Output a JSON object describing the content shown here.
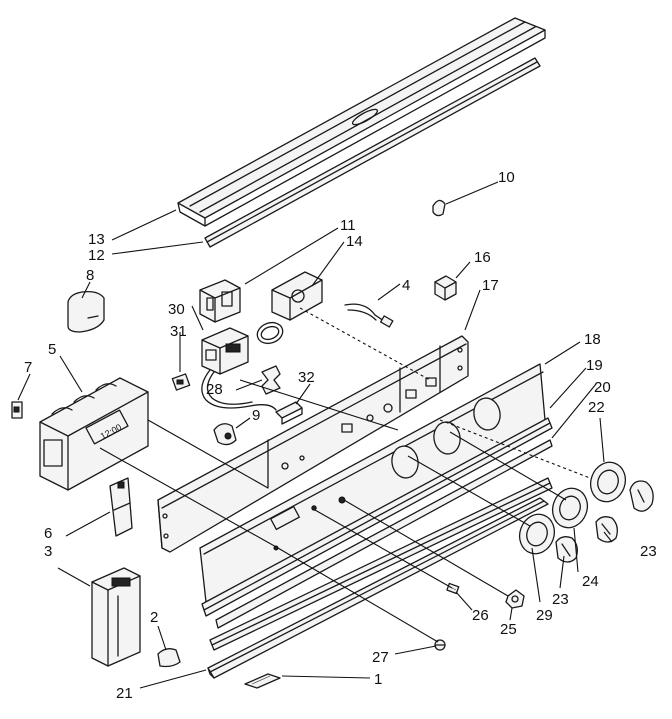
{
  "callouts": [
    {
      "id": "1",
      "text": "1"
    },
    {
      "id": "2",
      "text": "2"
    },
    {
      "id": "3",
      "text": "3"
    },
    {
      "id": "4",
      "text": "4"
    },
    {
      "id": "5",
      "text": "5"
    },
    {
      "id": "6",
      "text": "6"
    },
    {
      "id": "7",
      "text": "7"
    },
    {
      "id": "8",
      "text": "8"
    },
    {
      "id": "9",
      "text": "9"
    },
    {
      "id": "10",
      "text": "10"
    },
    {
      "id": "11",
      "text": "11"
    },
    {
      "id": "12",
      "text": "12"
    },
    {
      "id": "13",
      "text": "13"
    },
    {
      "id": "14",
      "text": "14"
    },
    {
      "id": "16",
      "text": "16"
    },
    {
      "id": "17",
      "text": "17"
    },
    {
      "id": "18",
      "text": "18"
    },
    {
      "id": "19",
      "text": "19"
    },
    {
      "id": "20",
      "text": "20"
    },
    {
      "id": "21",
      "text": "21"
    },
    {
      "id": "22",
      "text": "22"
    },
    {
      "id": "23a",
      "text": "23"
    },
    {
      "id": "23b",
      "text": "23"
    },
    {
      "id": "24",
      "text": "24"
    },
    {
      "id": "25",
      "text": "25"
    },
    {
      "id": "26",
      "text": "26"
    },
    {
      "id": "27",
      "text": "27"
    },
    {
      "id": "28",
      "text": "28"
    },
    {
      "id": "29",
      "text": "29"
    },
    {
      "id": "30",
      "text": "30"
    },
    {
      "id": "31",
      "text": "31"
    },
    {
      "id": "32",
      "text": "32"
    }
  ],
  "clock_display": "12:00"
}
